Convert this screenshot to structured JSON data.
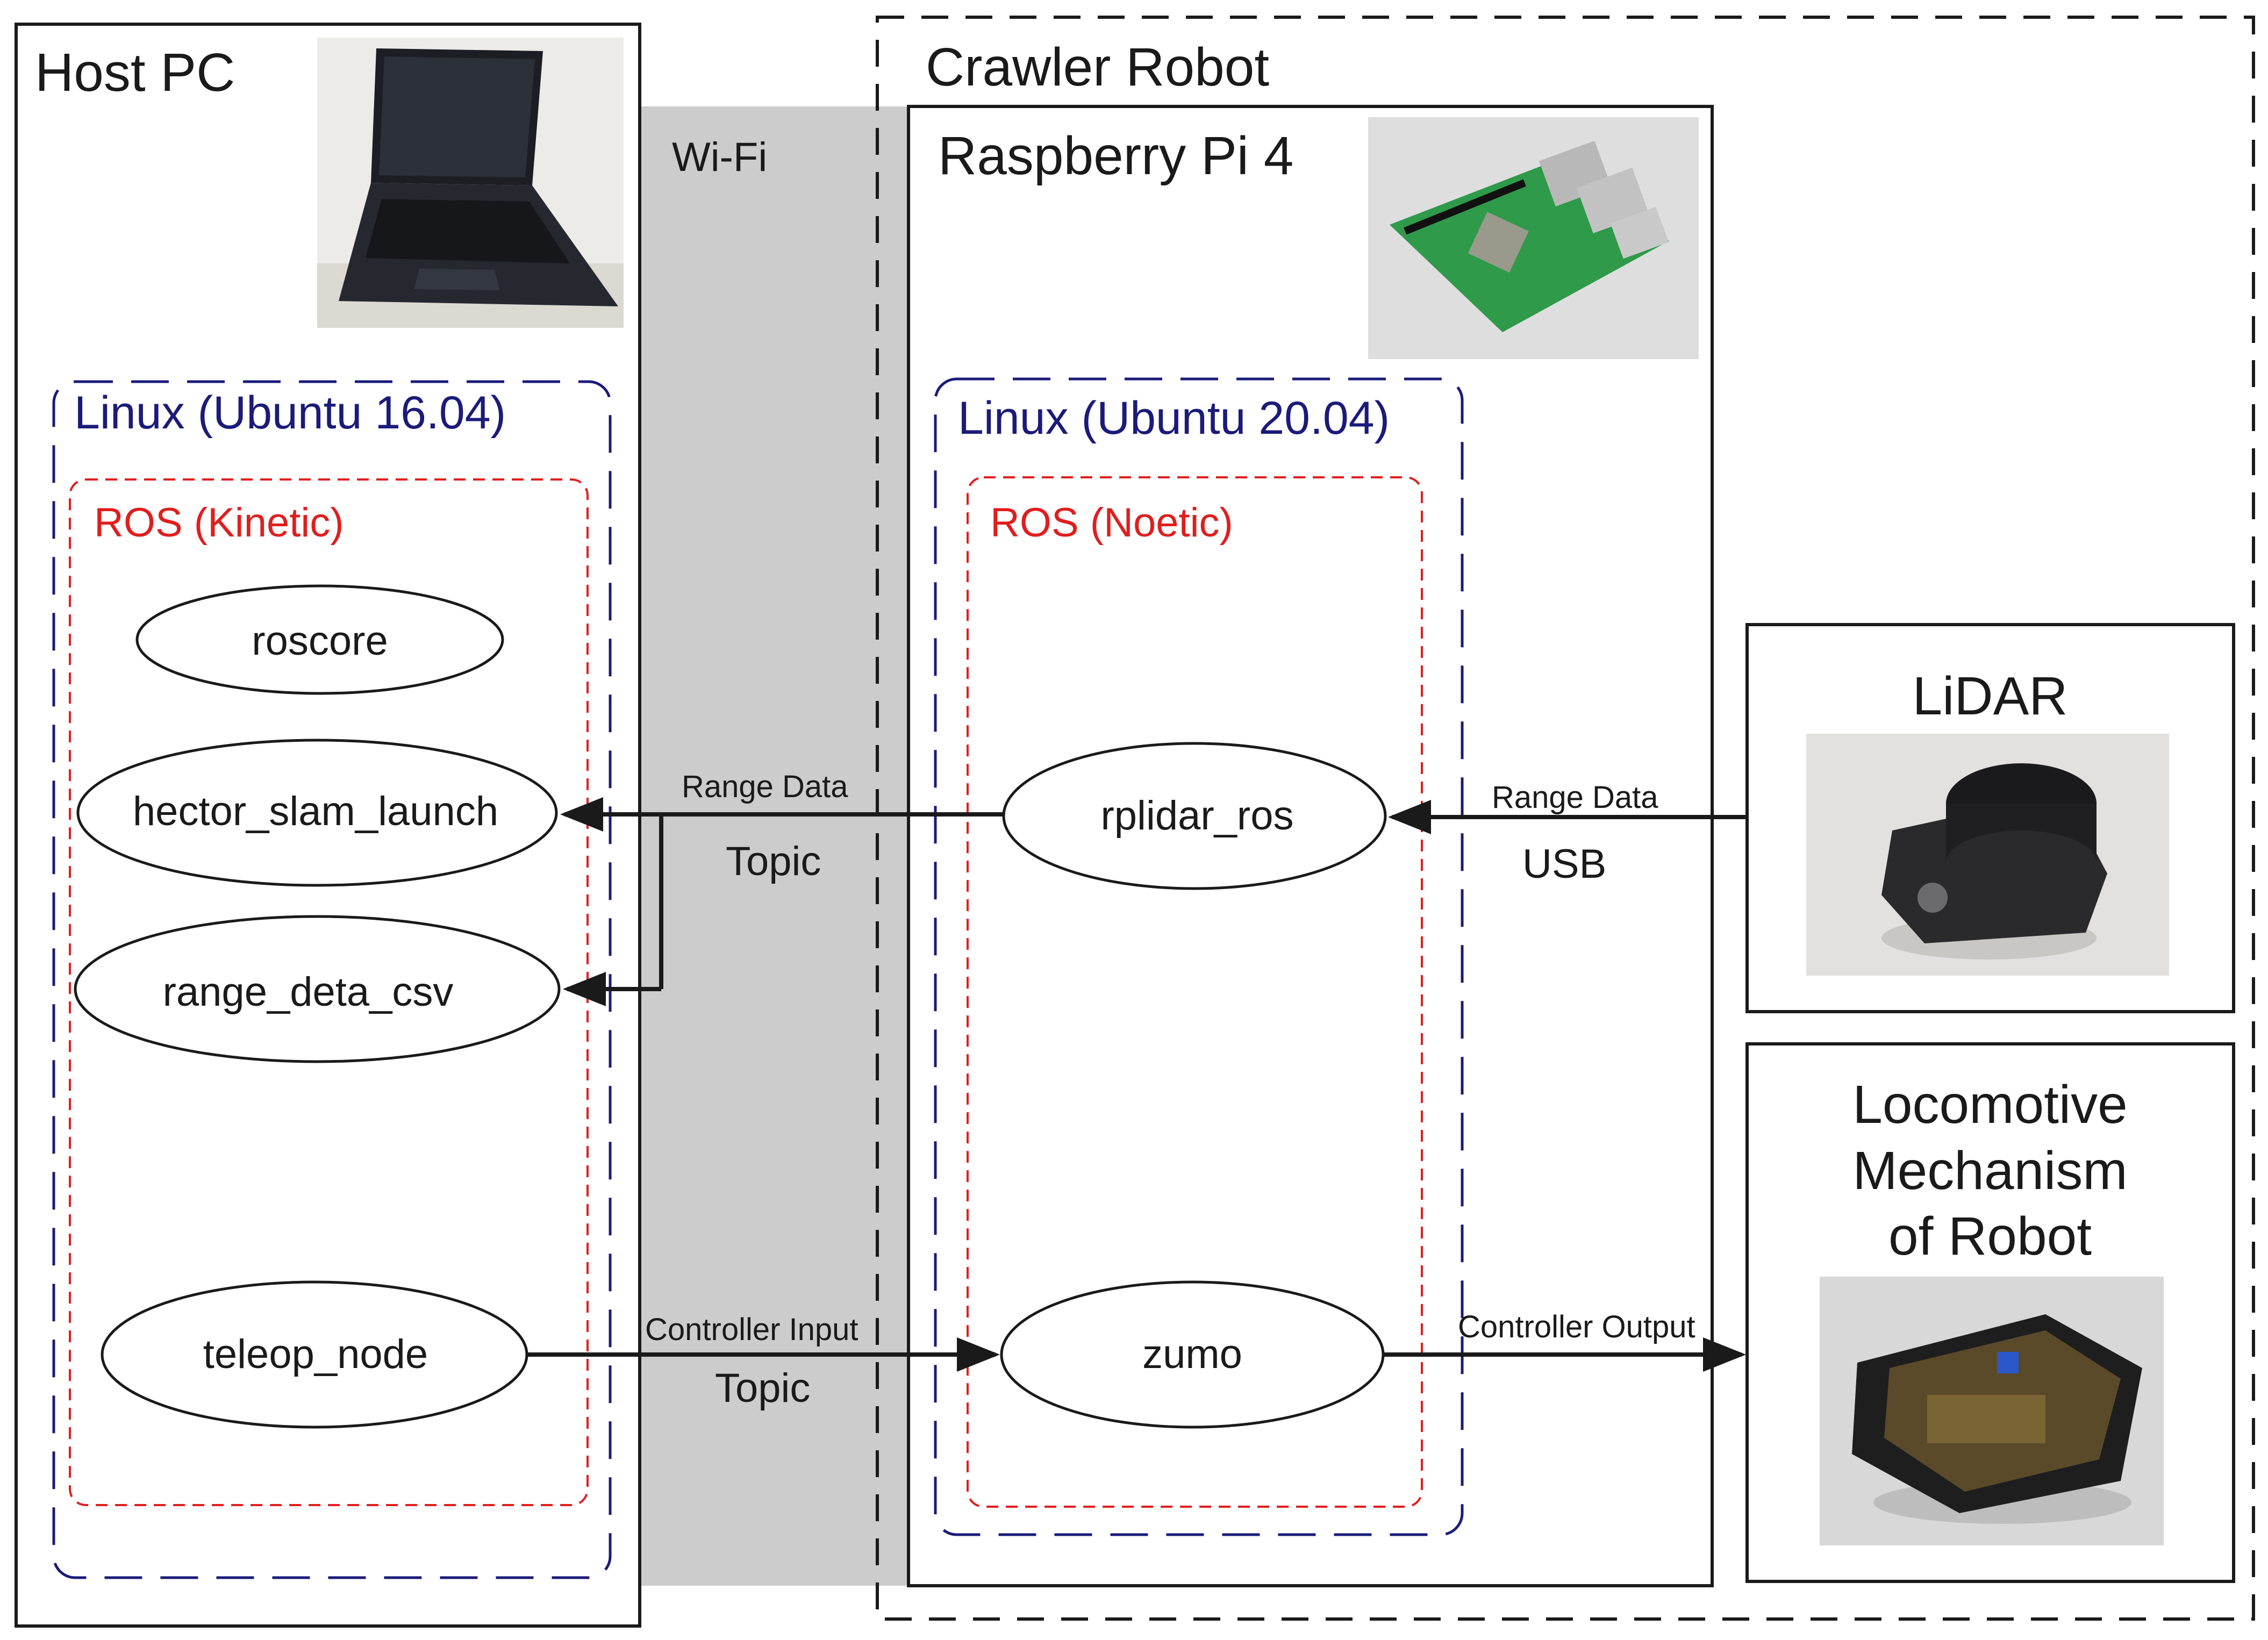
{
  "host_pc": {
    "title": "Host PC",
    "os": "Linux (Ubuntu 16.04)",
    "ros": "ROS (Kinetic)",
    "nodes": [
      "roscore",
      "hector_slam_launch",
      "range_deta_csv",
      "teleop_node"
    ]
  },
  "link": {
    "wifi": "Wi-Fi",
    "range_data": "Range Data",
    "topic_top": "Topic",
    "controller_input": "Controller Input",
    "topic_bottom": "Topic"
  },
  "robot": {
    "title": "Crawler Robot",
    "pi": "Raspberry Pi 4",
    "os": "Linux (Ubuntu 20.04)",
    "ros": "ROS (Noetic)",
    "nodes": [
      "rplidar_ros",
      "zumo"
    ]
  },
  "lidar": {
    "title": "LiDAR",
    "range_data": "Range Data",
    "usb": "USB"
  },
  "locomotion": {
    "title_lines": [
      "Locomotive",
      "Mechanism",
      "of Robot"
    ],
    "controller_output": "Controller Output"
  },
  "colors": {
    "stroke": "#1a1a1a",
    "wifi_band": "#cccccc",
    "os_border": "#1b1b7a",
    "ros_border": "#e01e1e"
  },
  "icons": [
    "laptop-photo",
    "raspberry-pi-photo",
    "lidar-photo",
    "zumo-robot-photo"
  ]
}
